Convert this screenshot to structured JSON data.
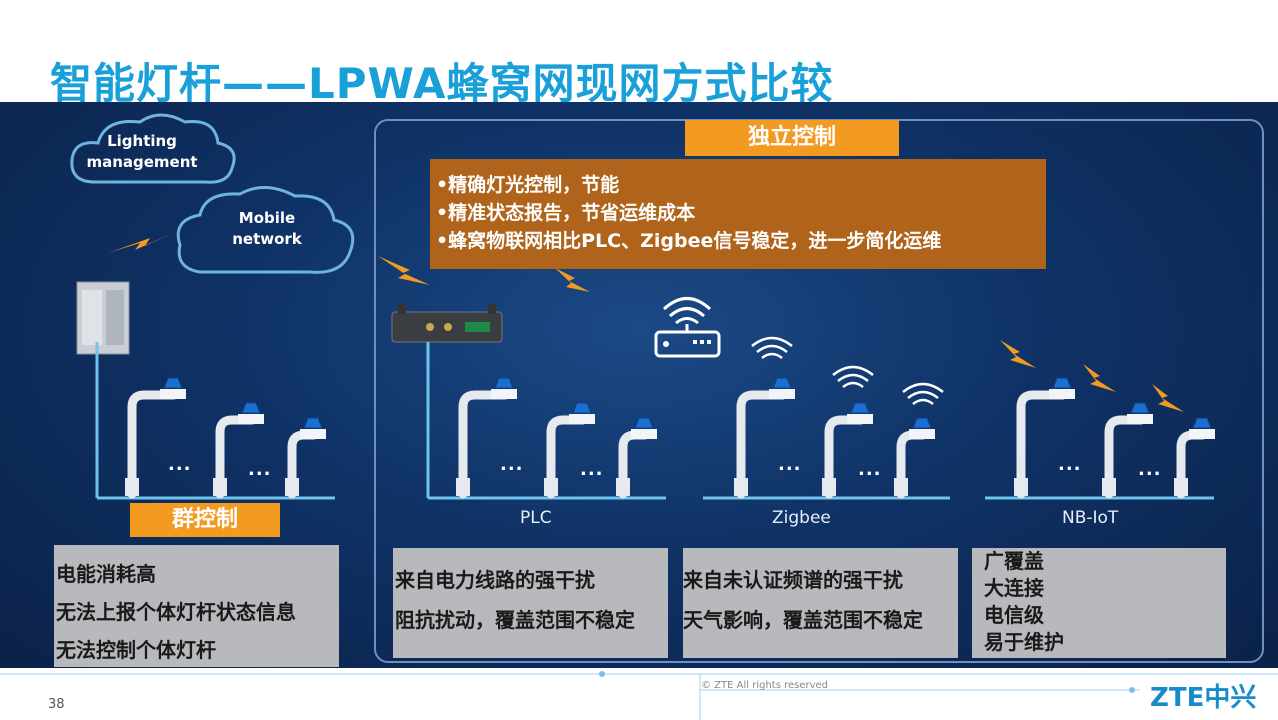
{
  "title": "智能灯杆——LPWA蜂窝网现网方式比较",
  "cloud_lighting": "Lighting management",
  "cloud_mobile": "Mobile network",
  "independent_label": "独立控制",
  "group_label": "群控制",
  "benefits": [
    "•精确灯光控制，节能",
    "•精准状态报告，节省运维成本",
    "•蜂窝物联网相比PLC、Zigbee信号稳定，进一步简化运维"
  ],
  "protocols": {
    "plc": "PLC",
    "zigbee": "Zigbee",
    "nbiot": "NB-IoT"
  },
  "ellipsis": "...",
  "group_notes": [
    "电能消耗高",
    "无法上报个体灯杆状态信息",
    "无法控制个体灯杆"
  ],
  "plc_notes": [
    "来自电力线路的强干扰",
    "阻抗扰动，覆盖范围不稳定"
  ],
  "zigbee_notes": [
    "来自未认证频谱的强干扰",
    "天气影响，覆盖范围不稳定"
  ],
  "nbiot_notes": [
    "广覆盖",
    "大连接",
    "电信级",
    "易于维护"
  ],
  "footer_copyright": "© ZTE All rights reserved",
  "page_number": "38",
  "logo_text": "ZTE中兴",
  "colors": {
    "title": "#1aa0d8",
    "orange": "#f39a21",
    "brown": "#b0631a",
    "grey": "#b8b9bc",
    "background": "#0f3266"
  }
}
